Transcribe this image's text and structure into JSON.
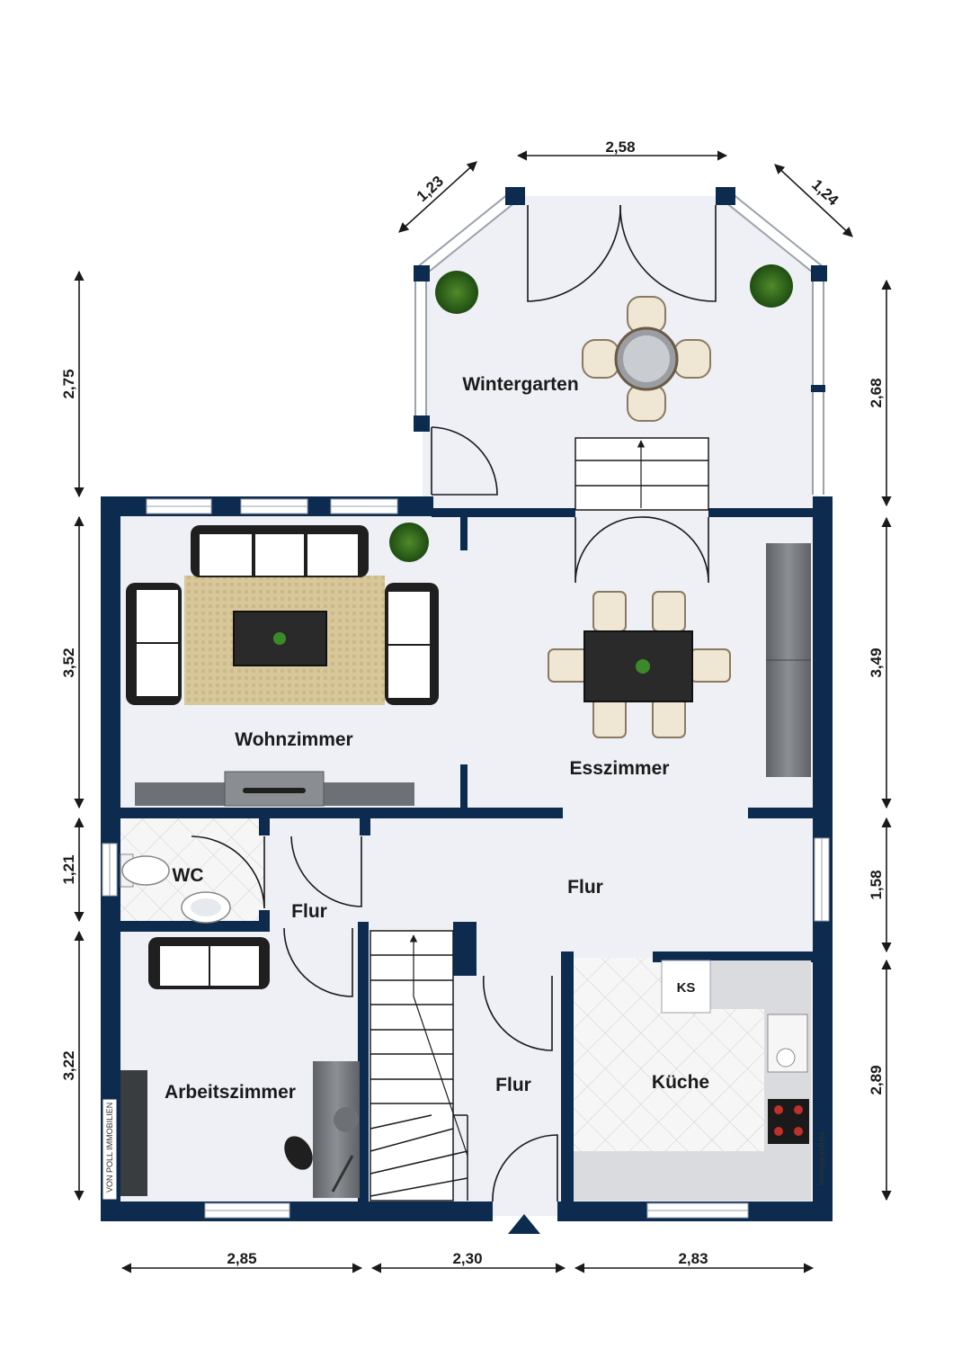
{
  "rooms": {
    "wintergarten": "Wintergarten",
    "wohnzimmer": "Wohnzimmer",
    "esszimmer": "Esszimmer",
    "wc": "WC",
    "flur_left": "Flur",
    "flur_center": "Flur",
    "flur_bottom": "Flur",
    "arbeitszimmer": "Arbeitszimmer",
    "kueche": "Küche"
  },
  "fixtures": {
    "ks": "KS"
  },
  "dimensions": {
    "top_wintergarten": "2,58",
    "diag_left": "1,23",
    "diag_right": "1,24",
    "left_wintergarten": "2,75",
    "right_wintergarten": "2,68",
    "left_wohnzimmer": "3,52",
    "right_esszimmer": "3,49",
    "left_wc": "1,21",
    "right_flur": "1,58",
    "left_arbeitszimmer": "3,22",
    "right_kueche": "2,89",
    "bottom_left": "2,85",
    "bottom_center": "2,30",
    "bottom_right": "2,83"
  },
  "branding": {
    "logo": "VON POLL IMMOBILIEN",
    "credit": "Immogrundriss"
  }
}
